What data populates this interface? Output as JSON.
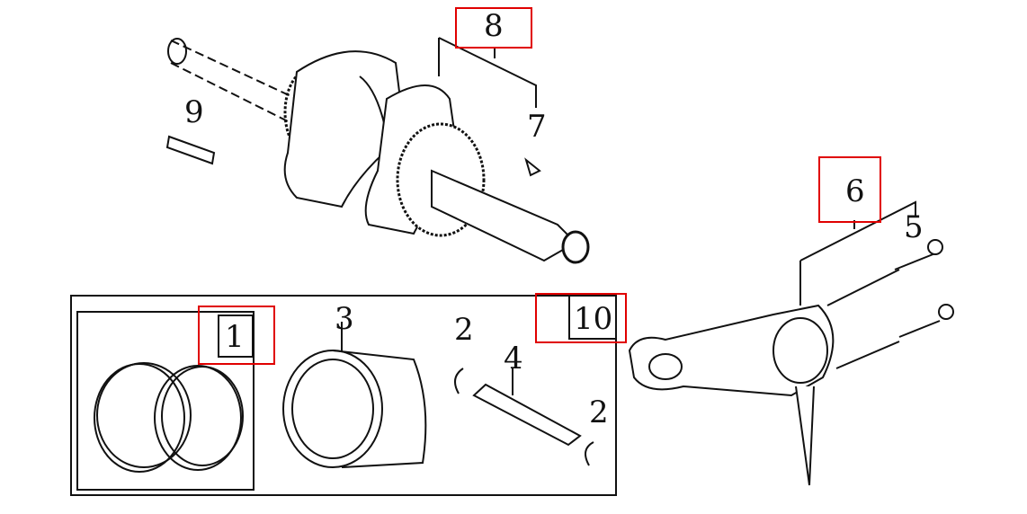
{
  "callouts": {
    "crankshaft_assy": "8",
    "key": "9",
    "woodruff_key": "7",
    "connecting_rod_assy": "6",
    "bolt": "5",
    "piston_ring_set": "1",
    "piston": "3",
    "clip_top": "2",
    "piston_pin": "4",
    "piston_assy": "10",
    "clip_bottom": "2"
  },
  "colors": {
    "highlight": "#e00000",
    "line": "#111111"
  }
}
